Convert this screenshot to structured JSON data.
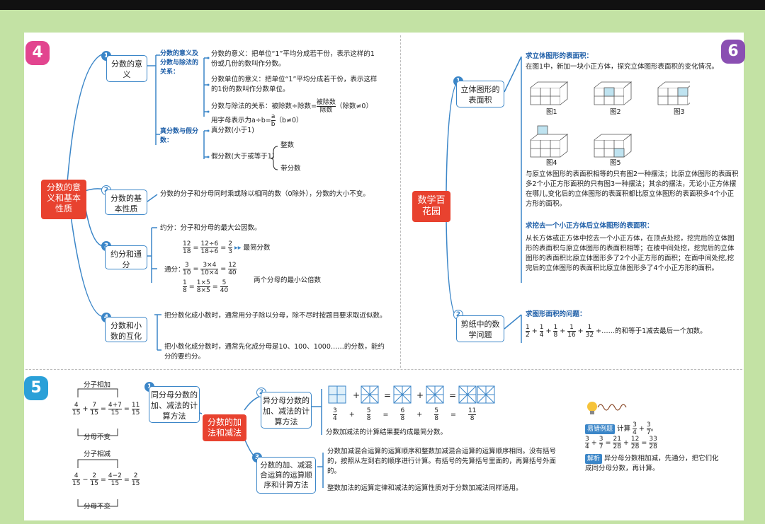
{
  "colors": {
    "accent": "#3b86c8",
    "brand_red": "#e8422f",
    "badge4": "#e2458f",
    "badge5": "#2aa0d8",
    "badge6": "#8a4fb2",
    "bg": "#c3e2a4"
  },
  "s4": {
    "badge": "4",
    "center": "分数的意义和基本性质",
    "n1": {
      "idx": "1",
      "label": "分数的意义",
      "sub1": "分数的意义及分数与除法的关系：",
      "a": "分数的意义：把单位“1”平均分成若干份，表示这样的1份或几份的数叫作分数。",
      "b": "分数单位的意义：把单位“1”平均分成若干份，表示这样的1份的数叫作分数单位。",
      "c1": "分数与除法的关系：被除数÷除数=",
      "c_num": "被除数",
      "c_den": "除数",
      "c2": "（除数≠0）",
      "d1": "用字母表示为a÷b=",
      "d_num": "a",
      "d_den": "b",
      "d2": "（b≠0）",
      "sub2": "真分数与假分数：",
      "e": "真分数(小于1)",
      "f": "假分数(大于或等于1)",
      "g": "整数",
      "h": "带分数"
    },
    "n2": {
      "idx": "2",
      "label": "分数的基本性质",
      "text": "分数的分子和分母同时乘或除以相同的数（0除外），分数的大小不变。"
    },
    "n3": {
      "idx": "3",
      "label": "约分和通分",
      "yue": "约分：分子和分母的最大公因数。",
      "yue_eq": [
        "12",
        "18",
        "12÷6",
        "18÷6",
        "2",
        "3"
      ],
      "yue_note": "最简分数",
      "tong": "通分：",
      "tong_eq1": [
        "3",
        "10",
        "3×4",
        "10×4",
        "12",
        "40"
      ],
      "tong_eq2": [
        "1",
        "8",
        "1×5",
        "8×5",
        "5",
        "40"
      ],
      "tong_note": "两个分母的最小公倍数"
    },
    "n4": {
      "idx": "4",
      "label": "分数和小数的互化",
      "a": "把分数化成小数时，通常用分子除以分母，除不尽时按题目要求取近似数。",
      "b": "把小数化成分数时，通常先化成分母是10、100、1000……的分数，能约分的要约分。"
    }
  },
  "s6": {
    "badge": "6",
    "center": "数学百花园",
    "n1": {
      "idx": "1",
      "label": "立体图形的表面积",
      "h1": "求立体图形的表面积：",
      "intro": "在图1中，新加一块小正方体，探究立体图形表面积的变化情况。",
      "figs": [
        "图1",
        "图2",
        "图3",
        "图4",
        "图5"
      ],
      "p1": "与原立体图形的表面积相等的只有图2一种摆法；比原立体图形的表面积多2个小正方形面积的只有图3一种摆法；其余的摆法，无论小正方体摆在哪儿,变化后的立体图形的表面积都比原立体图形的表面积多4个小正方形的面积。",
      "h2": "求挖去一个小正方体后立体图形的表面积：",
      "p2": "从长方体或正方体中挖去一个小正方体，在顶点处挖，挖完后的立体图形的表面积与原立体图形的表面积相等；在棱中间处挖，挖完后的立体图形的表面积比原立体图形多了2个小正方形的面积；在面中间处挖,挖完后的立体图形的表面积比原立体图形多了4个小正方形的面积。"
    },
    "n2": {
      "idx": "2",
      "label": "剪纸中的数学问题",
      "h": "求图形面积的问题：",
      "series": [
        "1",
        "2",
        "1",
        "4",
        "1",
        "8",
        "1",
        "16",
        "1",
        "32"
      ],
      "tail": "……的和等于1减去最后一个加数。"
    }
  },
  "s5": {
    "badge": "5",
    "center": "分数的加法和减法",
    "left": {
      "top_label1": "分子相加",
      "bot_label1": "分母不变",
      "eq1": [
        "4",
        "15",
        "7",
        "15",
        "4+7",
        "15",
        "11",
        "15"
      ],
      "top_label2": "分子相减",
      "bot_label2": "分母不变",
      "eq2": [
        "4",
        "15",
        "2",
        "15",
        "4−2",
        "15",
        "2",
        "15"
      ]
    },
    "n1": {
      "idx": "1",
      "label": "同分母分数的加、减法的计算方法"
    },
    "n2": {
      "idx": "2",
      "label": "异分母分数的加、减法的计算方法",
      "fr": [
        "3",
        "4",
        "5",
        "8",
        "6",
        "8",
        "5",
        "8",
        "11",
        "8"
      ],
      "note": "分数加减法的计算结果要约成最简分数。"
    },
    "n3": {
      "idx": "3",
      "label": "分数的加、减混合运算的运算顺序和计算方法",
      "a": "分数加减混合运算的运算顺序和整数加减混合运算的运算顺序相同。没有括号的，按照从左到右的顺序进行计算。有括号的先算括号里面的，再算括号外面的。",
      "b": "整数加法的运算定律和减法的运算性质对于分数加减法同样适用。"
    },
    "example": {
      "tag": "易错例题",
      "prompt": "计算",
      "q": [
        "3",
        "4",
        "3",
        "7"
      ],
      "ans": [
        "3",
        "4",
        "3",
        "7",
        "21",
        "28",
        "12",
        "28",
        "33",
        "28"
      ],
      "tag2": "解析",
      "explain": "异分母分数相加减，先通分，把它们化成同分母分数，再计算。"
    }
  }
}
